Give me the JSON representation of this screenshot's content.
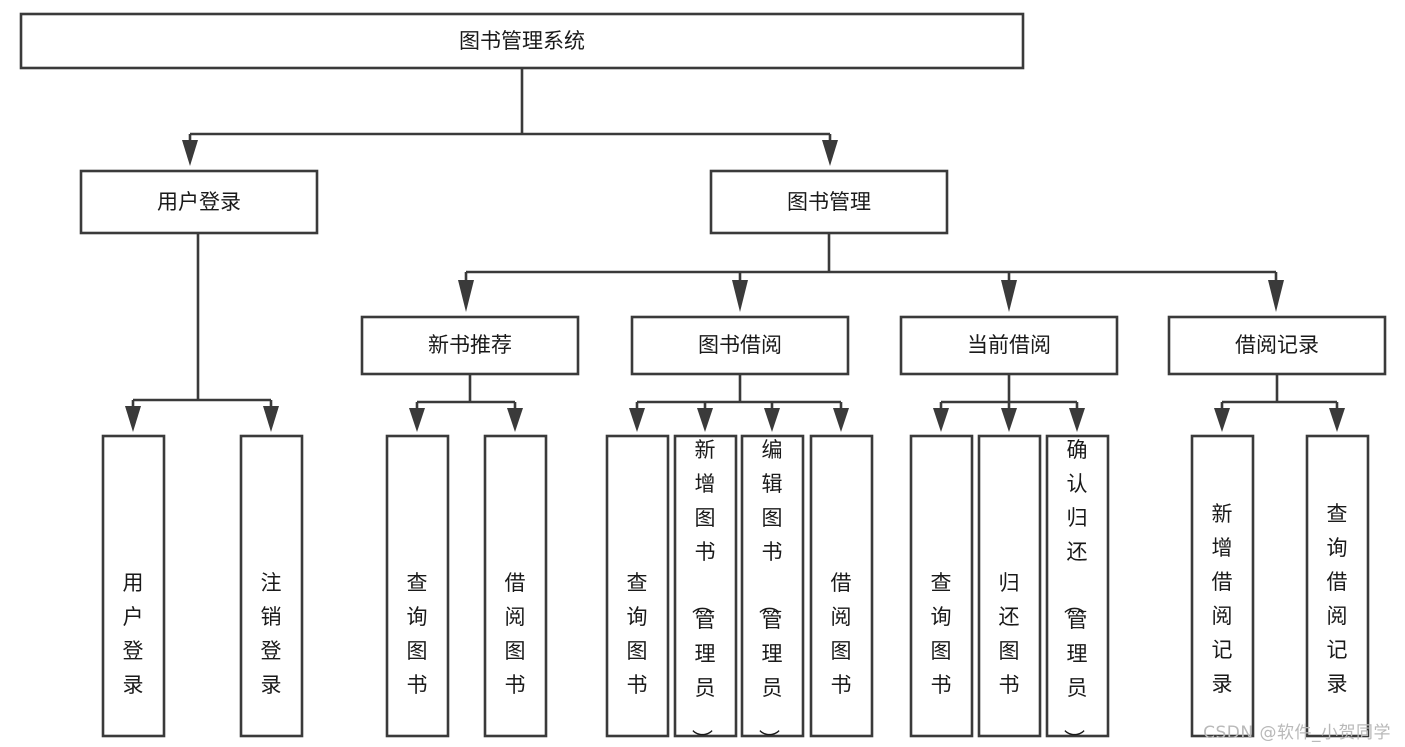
{
  "diagram": {
    "title": "图书管理系统",
    "type": "tree-hierarchy-diagram",
    "colors": {
      "background": "#ffffff",
      "box_stroke": "#3a3a3a",
      "box_fill": "#ffffff",
      "text": "#1a1a1a",
      "watermark": "#b9b9b9"
    },
    "root": {
      "label": "图书管理系统",
      "orientation": "horizontal"
    },
    "level2": [
      {
        "label": "用户登录",
        "orientation": "horizontal"
      },
      {
        "label": "图书管理",
        "orientation": "horizontal"
      }
    ],
    "level3": [
      {
        "label": "新书推荐",
        "orientation": "horizontal"
      },
      {
        "label": "图书借阅",
        "orientation": "horizontal"
      },
      {
        "label": "当前借阅",
        "orientation": "horizontal"
      },
      {
        "label": "借阅记录",
        "orientation": "horizontal"
      }
    ],
    "leaves": {
      "user_login": [
        {
          "label": "用户登录",
          "orientation": "vertical"
        },
        {
          "label": "注销登录",
          "orientation": "vertical"
        }
      ],
      "new_book_recommend": [
        {
          "label": "查询图书",
          "orientation": "vertical"
        },
        {
          "label": "借阅图书",
          "orientation": "vertical"
        }
      ],
      "book_borrow": [
        {
          "label": "查询图书",
          "orientation": "vertical"
        },
        {
          "label": "新增图书（管理员）",
          "orientation": "vertical"
        },
        {
          "label": "编辑图书（管理员）",
          "orientation": "vertical"
        },
        {
          "label": "借阅图书",
          "orientation": "vertical"
        }
      ],
      "current_borrow": [
        {
          "label": "查询图书",
          "orientation": "vertical"
        },
        {
          "label": "归还图书",
          "orientation": "vertical"
        },
        {
          "label": "确认归还（管理员）",
          "orientation": "vertical"
        }
      ],
      "borrow_record": [
        {
          "label": "新增借阅记录",
          "orientation": "vertical"
        },
        {
          "label": "查询借阅记录",
          "orientation": "vertical"
        }
      ]
    }
  },
  "watermark": {
    "text": "CSDN @软件_小贺同学"
  }
}
